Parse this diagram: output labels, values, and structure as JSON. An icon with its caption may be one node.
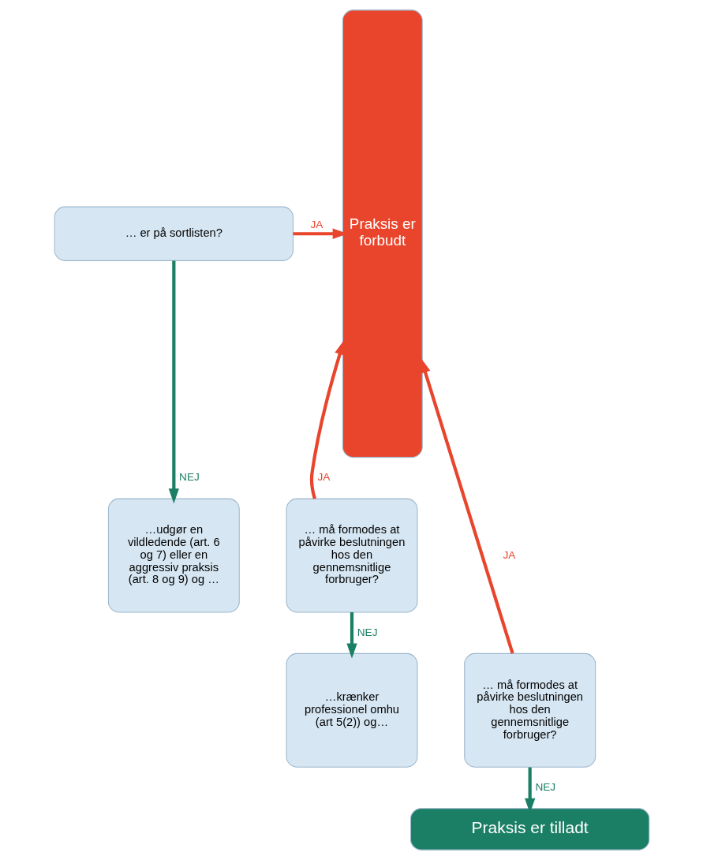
{
  "diagram": {
    "nodes": [
      {
        "text": [
          "… er på sortlisten?"
        ]
      },
      {
        "text": [
          "…udgør en vildledende (art. 6 og 7) eller en aggressiv praksis (art. 8 og 9) og …"
        ]
      },
      {
        "text": [
          "… må formodes at påvirke beslutningen hos den gennemsnitlige forbruger?"
        ]
      },
      {
        "text": [
          "…krænker professionel omhu (art 5(2)) og…"
        ]
      },
      {
        "text": [
          "… må formodes at påvirke beslutningen hos den gennemsnitlige forbruger?"
        ]
      },
      {
        "text": [
          "Praksis er tilladt"
        ]
      },
      {
        "text": [
          "Praksis er forbudt"
        ]
      }
    ],
    "edges": [
      {
        "from": 0,
        "to": 6,
        "arrow": "to",
        "label": "JA",
        "color": "#e8452c"
      },
      {
        "from": 0,
        "to": 1,
        "arrow": "to",
        "label": "NEJ",
        "color": "#1a7f64"
      },
      {
        "from": 2,
        "to": 6,
        "arrow": "to",
        "label": "JA",
        "color": "#e8452c"
      },
      {
        "from": 2,
        "to": 3,
        "arrow": "to",
        "label": "NEJ",
        "color": "#1a7f64"
      },
      {
        "from": 4,
        "to": 6,
        "arrow": "to",
        "label": "JA",
        "color": "#e8452c"
      },
      {
        "from": 4,
        "to": 5,
        "arrow": "to",
        "label": "NEJ",
        "color": "#1a7f64"
      }
    ]
  }
}
